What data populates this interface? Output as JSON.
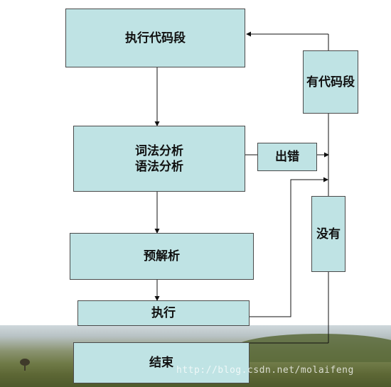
{
  "nodes": {
    "exec_code_segment": "执行代码段",
    "lexical_analysis": "词法分析",
    "syntax_analysis": "语法分析",
    "preparse": "预解析",
    "execute": "执行",
    "end": "结束",
    "has_code_segment": "有代码段",
    "error": "出错",
    "none": "没有"
  },
  "watermark": "http://blog.csdn.net/molaifeng"
}
